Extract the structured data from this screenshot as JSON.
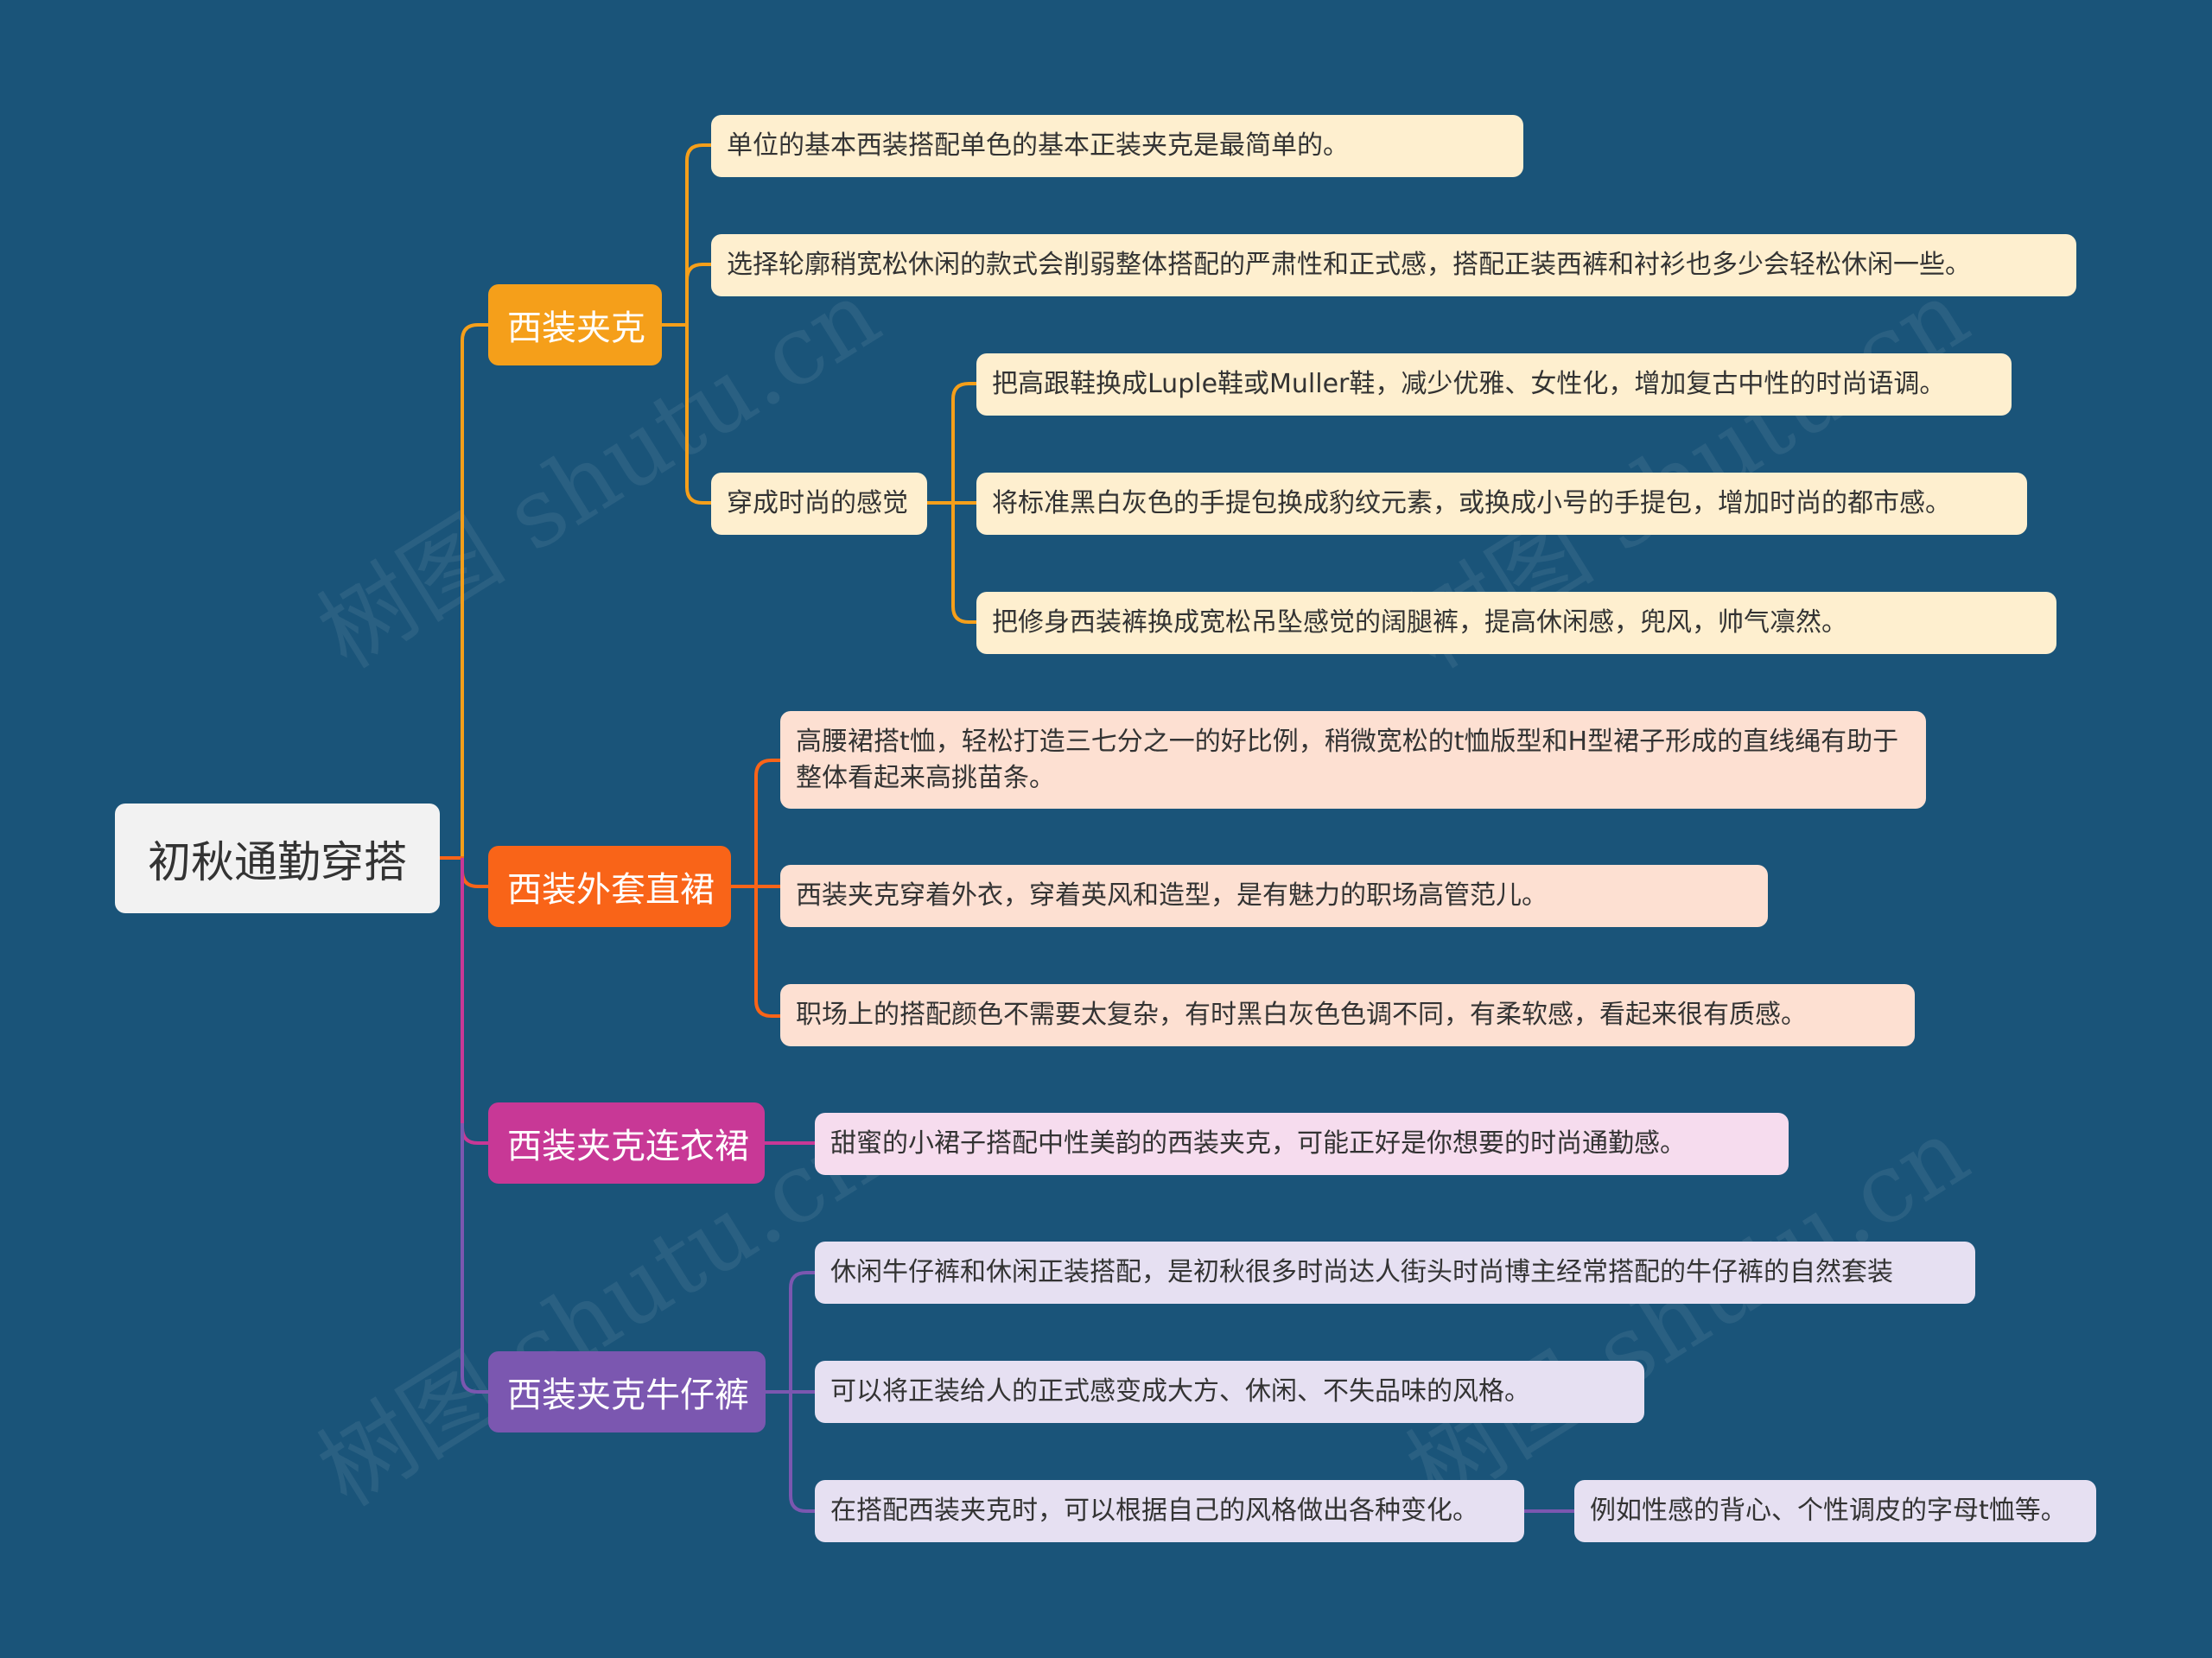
{
  "colors": {
    "background": "#1a5479",
    "branch1": "#f59f1a",
    "branch2": "#f96418",
    "branch3": "#c83896",
    "branch4": "#7b57b0",
    "leaf1": "#feefcf",
    "leaf2": "#fde0d2",
    "leaf3": "#f6dcee",
    "leaf4": "#e6e0f2"
  },
  "watermark": "树图 shutu.cn",
  "root": {
    "label": "初秋通勤穿搭"
  },
  "branches": [
    {
      "label": "西装夹克",
      "items": [
        "单位的基本西装搭配单色的基本正装夹克是最简单的。",
        "选择轮廓稍宽松休闲的款式会削弱整体搭配的严肃性和正式感，搭配正装西裤和衬衫也多少会轻松休闲一些。",
        {
          "label": "穿成时尚的感觉",
          "items": [
            "把高跟鞋换成Luple鞋或Muller鞋，减少优雅、女性化，增加复古中性的时尚语调。",
            "将标准黑白灰色的手提包换成豹纹元素，或换成小号的手提包，增加时尚的都市感。",
            "把修身西装裤换成宽松吊坠感觉的阔腿裤，提高休闲感，兜风，帅气凛然。"
          ]
        }
      ]
    },
    {
      "label": "西装外套直裙",
      "items": [
        "高腰裙搭t恤，轻松打造三七分之一的好比例，稍微宽松的t恤版型和H型裙子形成的直线绳有助于整体看起来高挑苗条。",
        "西装夹克穿着外衣，穿着英风和造型，是有魅力的职场高管范儿。",
        "职场上的搭配颜色不需要太复杂，有时黑白灰色色调不同，有柔软感，看起来很有质感。"
      ]
    },
    {
      "label": "西装夹克连衣裙",
      "items": [
        "甜蜜的小裙子搭配中性美韵的西装夹克，可能正好是你想要的时尚通勤感。"
      ]
    },
    {
      "label": "西装夹克牛仔裤",
      "items": [
        "休闲牛仔裤和休闲正装搭配，是初秋很多时尚达人街头时尚博主经常搭配的牛仔裤的自然套装",
        "可以将正装给人的正式感变成大方、休闲、不失品味的风格。",
        {
          "label": "在搭配西装夹克时，可以根据自己的风格做出各种变化。",
          "items": [
            "例如性感的背心、个性调皮的字母t恤等。"
          ]
        }
      ]
    }
  ]
}
